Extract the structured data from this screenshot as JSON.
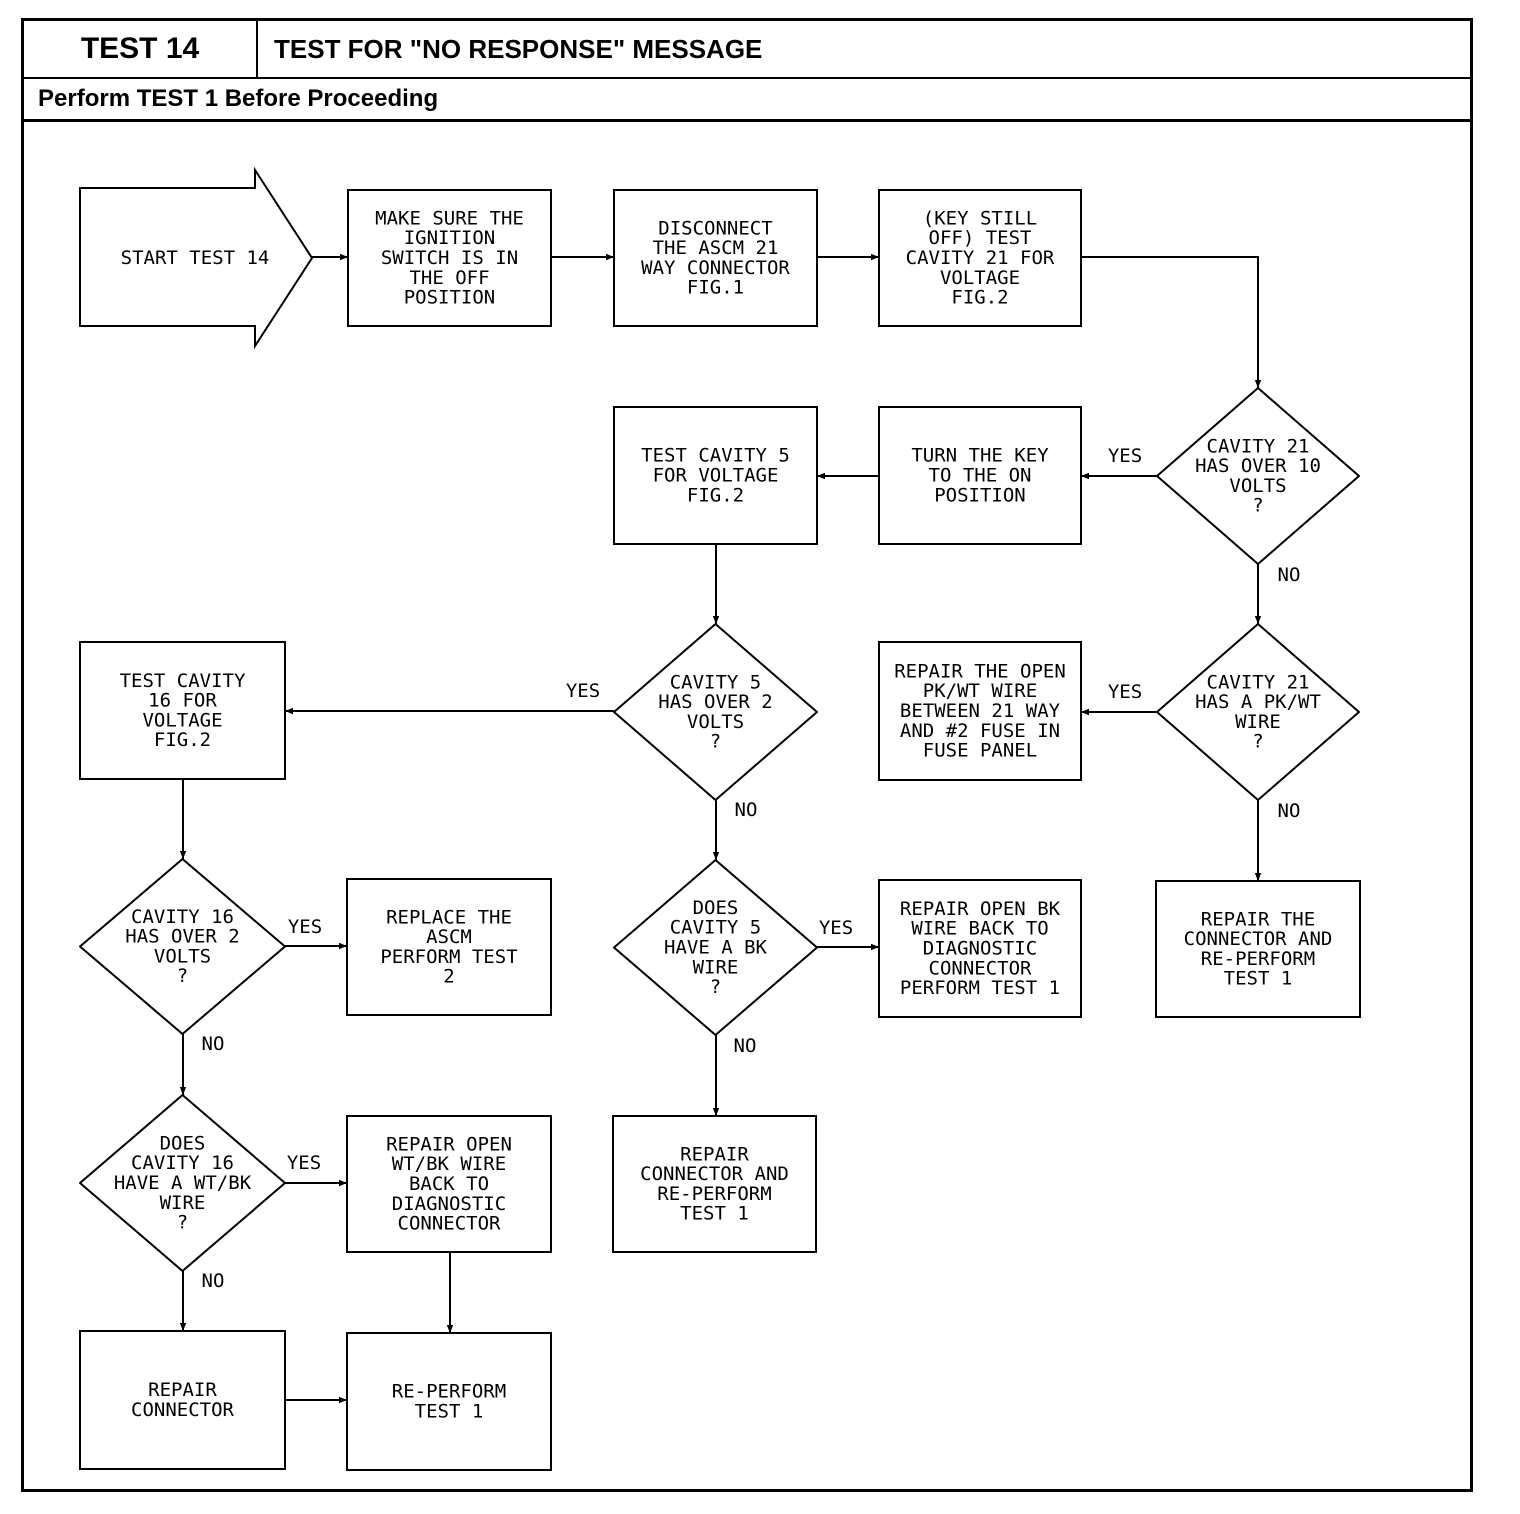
{
  "header": {
    "test_number": "TEST 14",
    "title": "TEST FOR \"NO RESPONSE\" MESSAGE",
    "prerequisite": "Perform TEST 1 Before Proceeding"
  },
  "flowchart": {
    "nodes": [
      {
        "id": "start",
        "lines": [
          "START TEST 14"
        ]
      },
      {
        "id": "ignition-off",
        "lines": [
          "MAKE SURE THE",
          "IGNITION",
          "SWITCH IS IN",
          "THE OFF",
          "POSITION"
        ]
      },
      {
        "id": "disconnect-ascm",
        "lines": [
          "DISCONNECT",
          "THE ASCM 21",
          "WAY CONNECTOR",
          "FIG.1"
        ]
      },
      {
        "id": "test-cavity21",
        "lines": [
          "(KEY STILL",
          "OFF) TEST",
          "CAVITY 21 FOR",
          "VOLTAGE",
          "FIG.2"
        ]
      },
      {
        "id": "q-cavity21-volts",
        "lines": [
          "CAVITY 21",
          "HAS OVER 10",
          "VOLTS",
          "?"
        ]
      },
      {
        "id": "turn-key-on",
        "lines": [
          "TURN THE KEY",
          "TO THE ON",
          "POSITION"
        ]
      },
      {
        "id": "test-cavity5",
        "lines": [
          "TEST CAVITY 5",
          "FOR VOLTAGE",
          "FIG.2"
        ]
      },
      {
        "id": "q-cavity21-pkwt",
        "lines": [
          "CAVITY 21",
          "HAS A PK/WT",
          "WIRE",
          "?"
        ]
      },
      {
        "id": "repair-pkwt",
        "lines": [
          "REPAIR THE OPEN",
          "PK/WT WIRE",
          "BETWEEN 21 WAY",
          "AND #2 FUSE IN",
          "FUSE PANEL"
        ]
      },
      {
        "id": "repair-connector-r",
        "lines": [
          "REPAIR THE",
          "CONNECTOR AND",
          "RE-PERFORM",
          "TEST 1"
        ]
      },
      {
        "id": "q-cavity5-volts",
        "lines": [
          "CAVITY 5",
          "HAS OVER 2",
          "VOLTS",
          "?"
        ]
      },
      {
        "id": "test-cavity16",
        "lines": [
          "TEST CAVITY",
          "16 FOR",
          "VOLTAGE",
          "FIG.2"
        ]
      },
      {
        "id": "q-cavity5-bk",
        "lines": [
          "DOES",
          "CAVITY 5",
          "HAVE A BK",
          "WIRE",
          "?"
        ]
      },
      {
        "id": "repair-bk",
        "lines": [
          "REPAIR OPEN BK",
          "WIRE BACK TO",
          "DIAGNOSTIC",
          "CONNECTOR",
          "PERFORM TEST 1"
        ]
      },
      {
        "id": "repair-connector-m",
        "lines": [
          "REPAIR",
          "CONNECTOR AND",
          "RE-PERFORM",
          "TEST 1"
        ]
      },
      {
        "id": "q-cavity16-volts",
        "lines": [
          "CAVITY 16",
          "HAS OVER 2",
          "VOLTS",
          "?"
        ]
      },
      {
        "id": "replace-ascm",
        "lines": [
          "REPLACE THE",
          "ASCM",
          "PERFORM TEST",
          "2"
        ]
      },
      {
        "id": "q-cavity16-wtbk",
        "lines": [
          "DOES",
          "CAVITY 16",
          "HAVE A WT/BK",
          "WIRE",
          "?"
        ]
      },
      {
        "id": "repair-wtbk",
        "lines": [
          "REPAIR OPEN",
          "WT/BK WIRE",
          "BACK TO",
          "DIAGNOSTIC",
          "CONNECTOR"
        ]
      },
      {
        "id": "repair-connector-l",
        "lines": [
          "REPAIR",
          "CONNECTOR"
        ]
      },
      {
        "id": "re-perform-test1",
        "lines": [
          "RE-PERFORM",
          "TEST 1"
        ]
      }
    ],
    "edge_labels": [
      {
        "id": "yes-cavity21-volts",
        "text": "YES"
      },
      {
        "id": "no-cavity21-volts",
        "text": "NO"
      },
      {
        "id": "yes-cavity21-pkwt",
        "text": "YES"
      },
      {
        "id": "no-cavity21-pkwt",
        "text": "NO"
      },
      {
        "id": "yes-cavity5-volts",
        "text": "YES"
      },
      {
        "id": "no-cavity5-volts",
        "text": "NO"
      },
      {
        "id": "yes-cavity5-bk",
        "text": "YES"
      },
      {
        "id": "no-cavity5-bk",
        "text": "NO"
      },
      {
        "id": "yes-cavity16-volts",
        "text": "YES"
      },
      {
        "id": "no-cavity16-volts",
        "text": "NO"
      },
      {
        "id": "yes-cavity16-wtbk",
        "text": "YES"
      },
      {
        "id": "no-cavity16-wtbk",
        "text": "NO"
      }
    ]
  }
}
